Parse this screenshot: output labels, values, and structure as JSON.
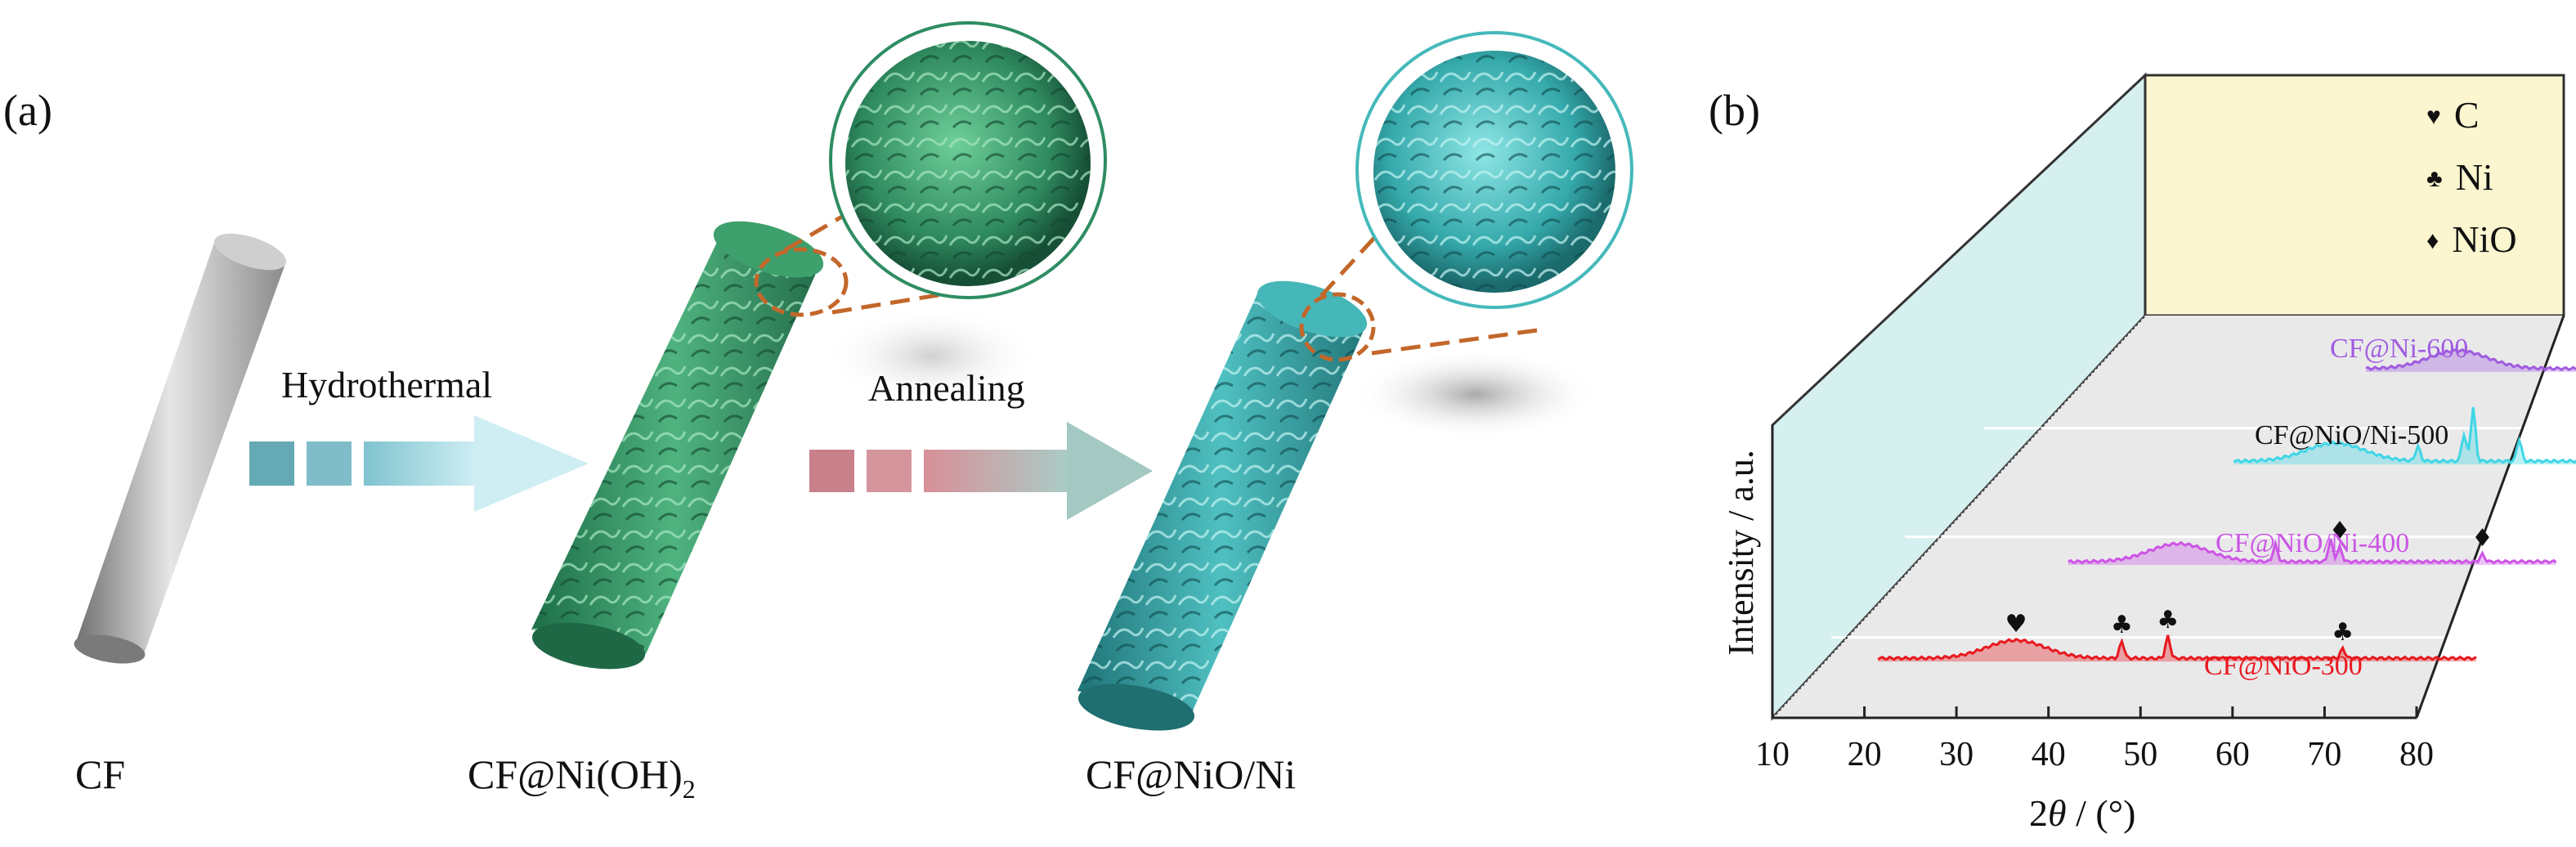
{
  "panel_a": {
    "label": "(a)",
    "stages": {
      "cf": "CF",
      "cf_nioh2_main": "CF@Ni(OH)",
      "cf_nioh2_sub": "2",
      "cf_nio_ni": "CF@NiO/Ni"
    },
    "processes": {
      "step1": "Hydrothermal",
      "step2": "Annealing"
    },
    "colors": {
      "fiber": "#9b9b9b",
      "nioh2": "#2f8a5f",
      "nio": "#33a3a6",
      "zoom_line": "#c3672a",
      "arrow1": "#7fc8d6",
      "arrow2": "#cf8d94"
    }
  },
  "panel_b": {
    "label": "(b)",
    "legend": [
      {
        "symbol": "♥",
        "text": "C"
      },
      {
        "symbol": "♣",
        "text": "Ni"
      },
      {
        "symbol": "♦",
        "text": "NiO"
      }
    ]
  },
  "chart_data": {
    "type": "line",
    "xlabel_main": "2",
    "xlabel_theta": "θ",
    "xlabel_rest": " / (°)",
    "ylabel": "Intensity / a.u.",
    "xlim": [
      10,
      80
    ],
    "xticks": [
      "10",
      "20",
      "30",
      "40",
      "50",
      "60",
      "70",
      "80"
    ],
    "series": [
      {
        "name": "CF@NiO-300",
        "color": "#e8191f",
        "peaks": [
          {
            "x": 32,
            "symbol": "♥"
          },
          {
            "x": 43.5,
            "symbol": "♣"
          },
          {
            "x": 48.5,
            "symbol": "♣"
          },
          {
            "x": 67.5,
            "symbol": "♣"
          }
        ]
      },
      {
        "name": "CF@NiO/Ni-400",
        "color": "#cc55e6",
        "peaks": [
          {
            "x": 59.5,
            "symbol": "♦"
          },
          {
            "x": 75,
            "symbol": "♦"
          }
        ]
      },
      {
        "name": "CF@NiO/Ni-500",
        "color": "#3fd6e6",
        "peaks": [
          {
            "x": 80,
            "symbol": "♦"
          }
        ]
      },
      {
        "name": "CF@Ni-600",
        "color": "#a05be0",
        "peaks": []
      }
    ]
  }
}
